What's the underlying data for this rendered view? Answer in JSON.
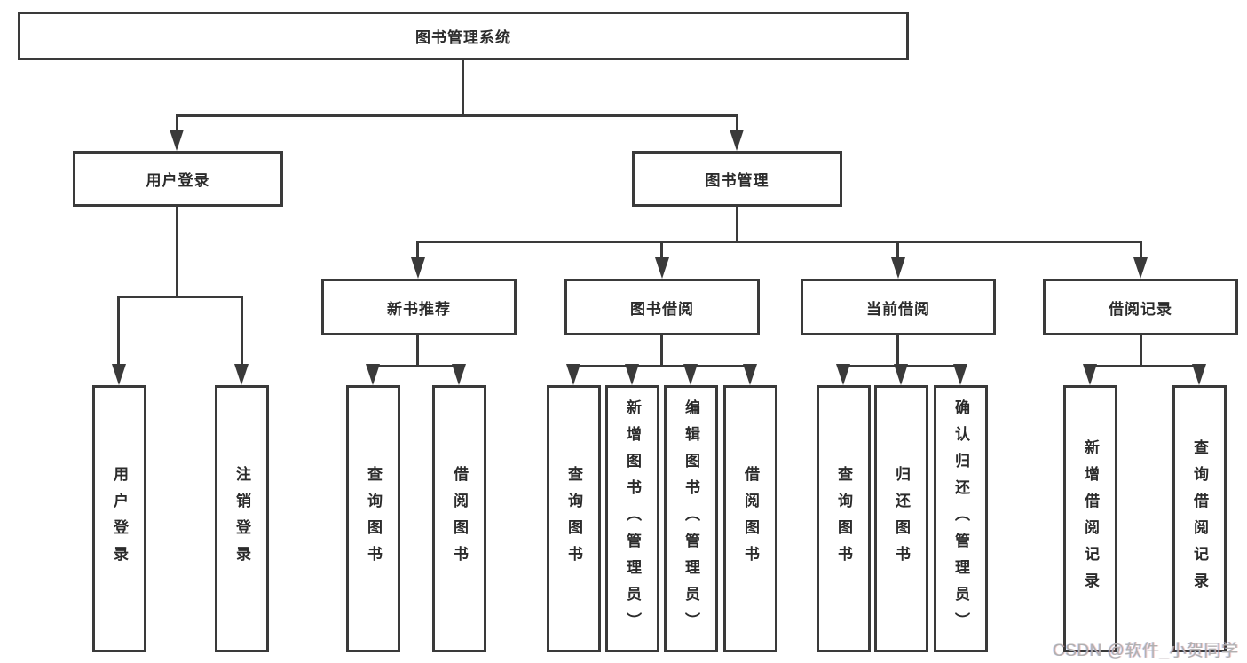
{
  "colors": {
    "line": "#3a3a3a",
    "text": "#2b2b2b",
    "background": "#ffffff",
    "watermark": "#b0b0b0"
  },
  "watermark": {
    "text": "CSDN @软件_小贺同学"
  },
  "nodes": {
    "root": {
      "label": "图书管理系统"
    },
    "user_login": {
      "label": "用户登录"
    },
    "book_mgmt": {
      "label": "图书管理"
    },
    "new_book_rec": {
      "label": "新书推荐"
    },
    "book_borrow": {
      "label": "图书借阅"
    },
    "current_borrow": {
      "label": "当前借阅"
    },
    "borrow_records": {
      "label": "借阅记录"
    },
    "leaf_user_login": {
      "label": "用户登录"
    },
    "leaf_logout": {
      "label": "注销登录"
    },
    "leaf_query_books_1": {
      "label": "查询图书"
    },
    "leaf_borrow_books_1": {
      "label": "借阅图书"
    },
    "leaf_query_books_2": {
      "label": "查询图书"
    },
    "leaf_add_books_admin": {
      "label": "新增图书（管理员）"
    },
    "leaf_edit_books_admin": {
      "label": "编辑图书（管理员）"
    },
    "leaf_borrow_books_2": {
      "label": "借阅图书"
    },
    "leaf_query_books_3": {
      "label": "查询图书"
    },
    "leaf_return_books": {
      "label": "归还图书"
    },
    "leaf_confirm_return_admin": {
      "label": "确认归还（管理员）"
    },
    "leaf_add_borrow_record": {
      "label": "新增借阅记录"
    },
    "leaf_query_borrow_record": {
      "label": "查询借阅记录"
    }
  }
}
